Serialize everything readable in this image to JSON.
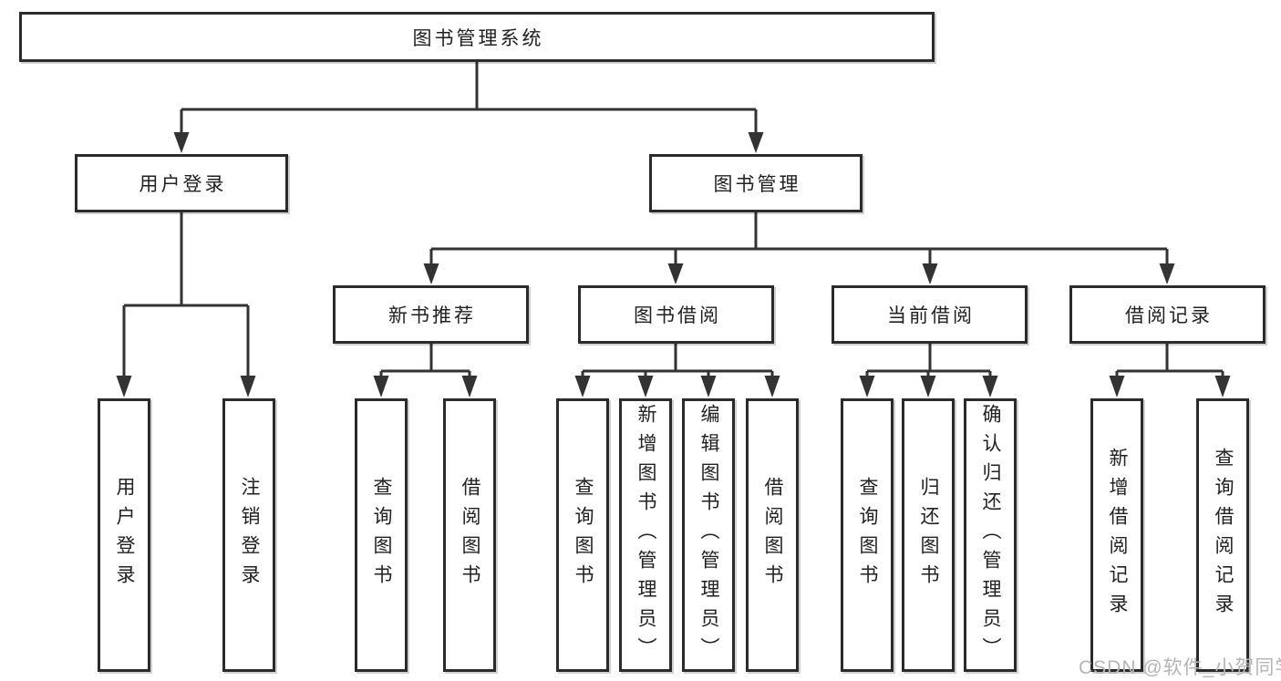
{
  "tree": {
    "root": {
      "label": "图书管理系统"
    },
    "children": [
      {
        "label": "用户登录",
        "children": [
          {
            "label": "用户登录"
          },
          {
            "label": "注销登录"
          }
        ]
      },
      {
        "label": "图书管理",
        "children": [
          {
            "label": "新书推荐",
            "children": [
              {
                "label": "查询图书"
              },
              {
                "label": "借阅图书"
              }
            ]
          },
          {
            "label": "图书借阅",
            "children": [
              {
                "label": "查询图书"
              },
              {
                "label": "新增图书（管理员）"
              },
              {
                "label": "编辑图书（管理员）"
              },
              {
                "label": "借阅图书"
              }
            ]
          },
          {
            "label": "当前借阅",
            "children": [
              {
                "label": "查询图书"
              },
              {
                "label": "归还图书"
              },
              {
                "label": "确认归还（管理员）"
              }
            ]
          },
          {
            "label": "借阅记录",
            "children": [
              {
                "label": "新增借阅记录"
              },
              {
                "label": "查询借阅记录"
              }
            ]
          }
        ]
      }
    ]
  },
  "watermark": {
    "text": "CSDN @软件_小贺同学"
  },
  "colors": {
    "line": "#333333",
    "box_border": "#2b2b2b",
    "box_fill": "#ffffff",
    "text": "#212121",
    "watermark_text": "#b5b5b5",
    "background": "#ffffff"
  }
}
